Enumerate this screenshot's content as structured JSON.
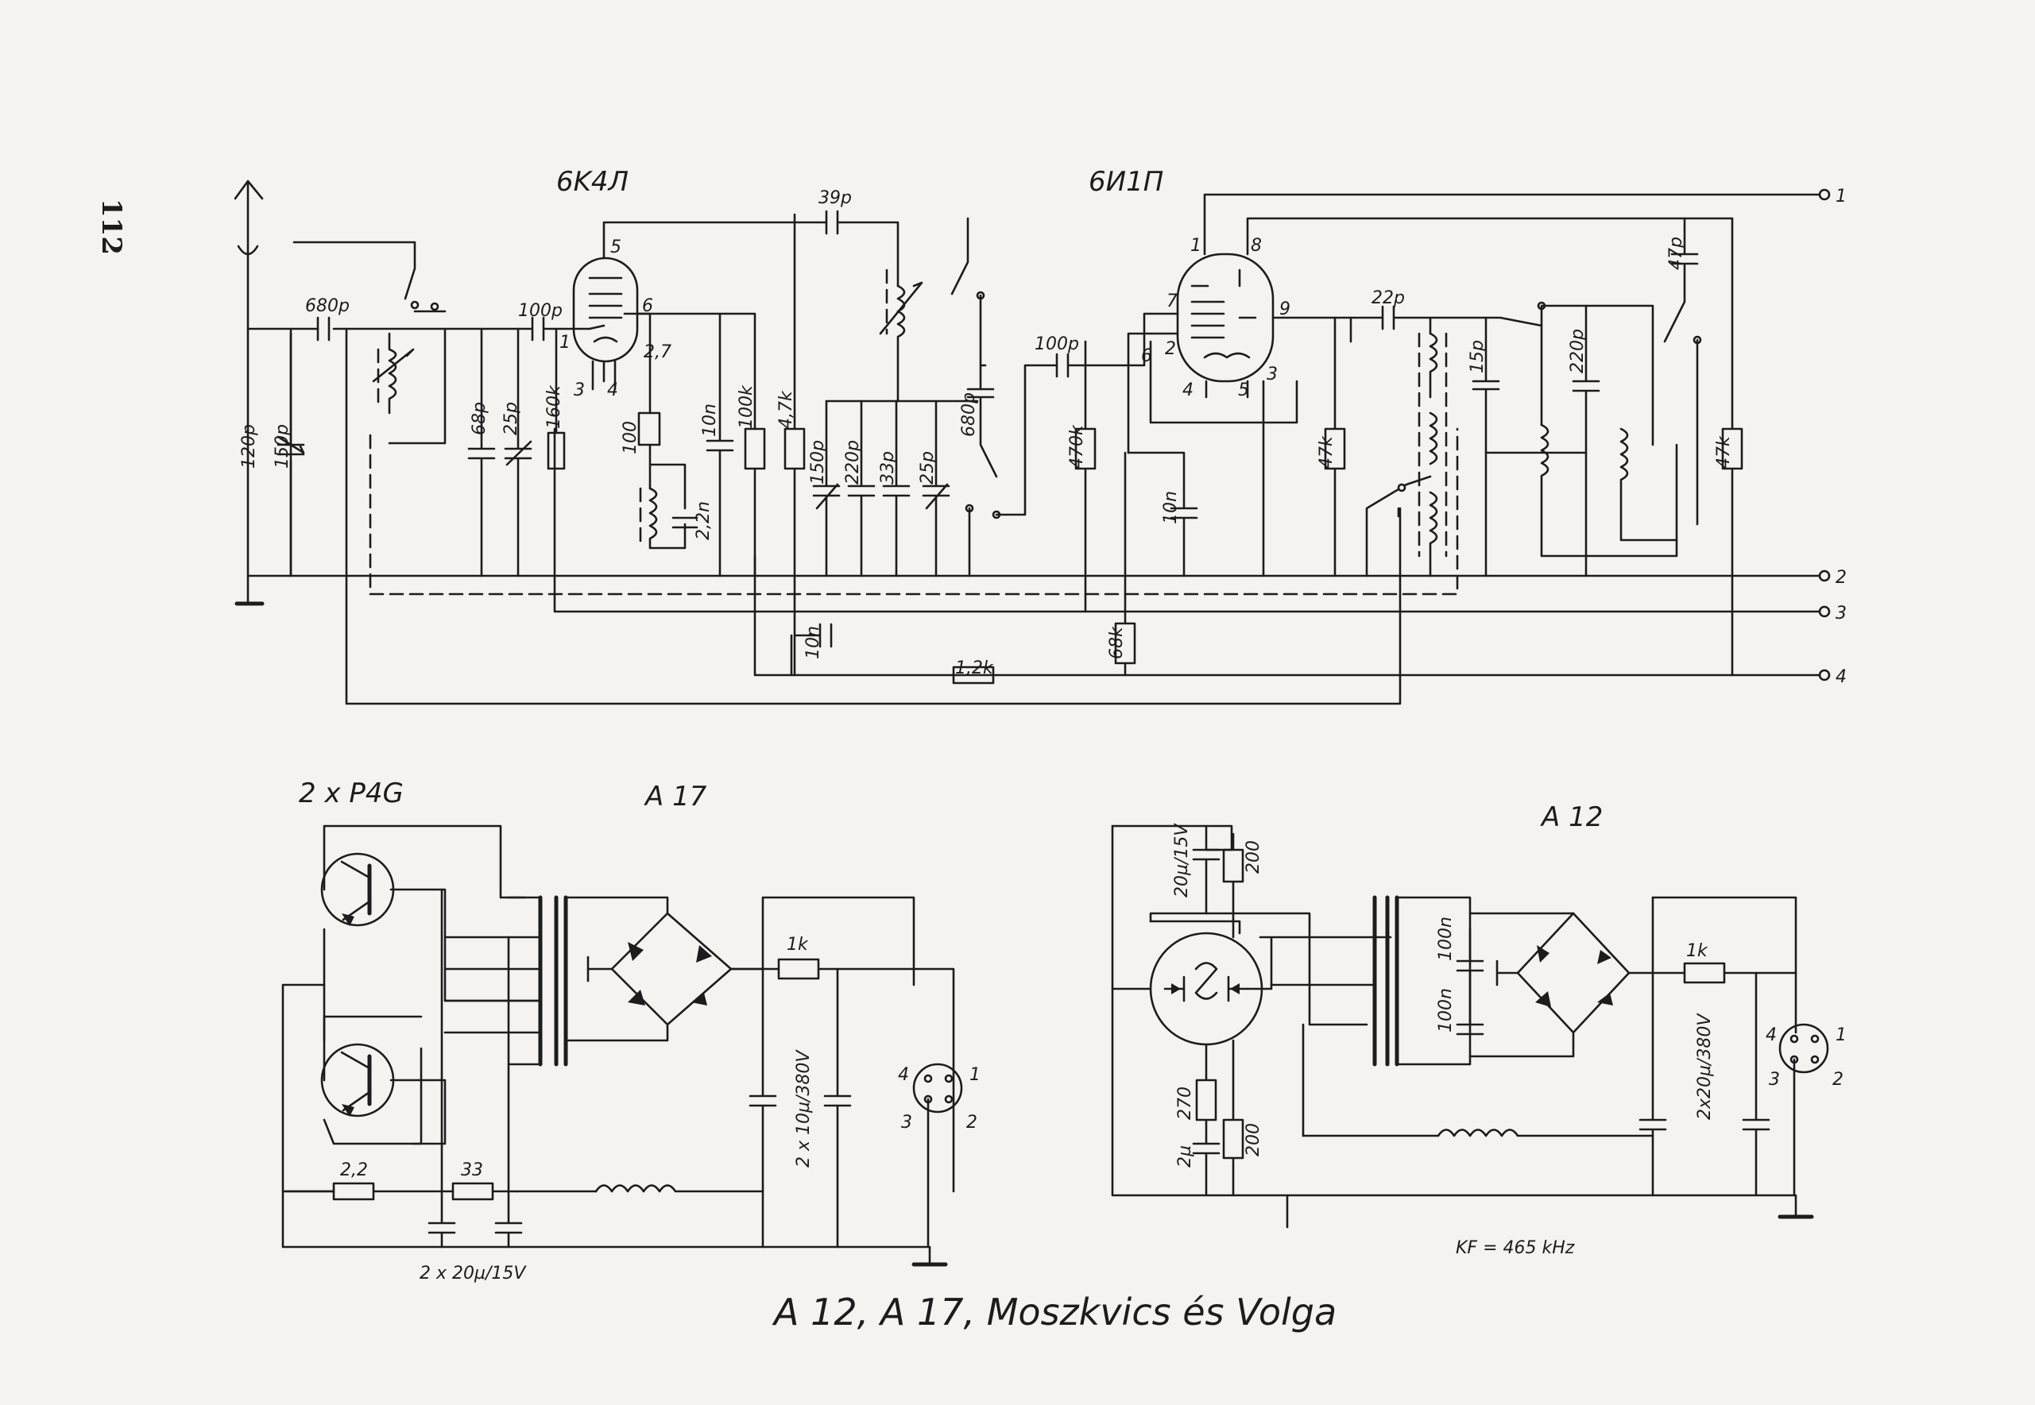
{
  "page_number": "112",
  "caption": "A 12, A 17,  Moszkvics és Volga",
  "if_note": "KF = 465 kHz",
  "tubes": {
    "rf_tube": "6K4Л",
    "osc_tube": "6И1П"
  },
  "radio_labels": {
    "c_120p": "120p",
    "c_150p_trim": "150p",
    "c_680p": "680p",
    "c_68p": "68p",
    "c_25p": "25p",
    "r_160k": "160k",
    "c_100p_in": "100p",
    "r_100": "100",
    "c_2_2n": "2,2n",
    "c_10n_a": "10n",
    "r_100k": "100k",
    "c_39p": "39p",
    "r_4_7k": "4,7k",
    "c_150p": "150p",
    "c_220p_a": "220p",
    "c_33p": "33p",
    "c_25p_b": "25p",
    "c_680p_b": "680p",
    "c_100p_b": "100p",
    "r_470k": "470k",
    "c_10n_b": "10n",
    "r_68k": "68k",
    "r_1_2k": "1,2k",
    "c_10n_c": "10n",
    "c_22p": "22p",
    "r_47k_a": "47k",
    "c_15p": "15p",
    "c_220p_b": "220p",
    "c_47p": "47p",
    "r_47k_b": "47k"
  },
  "pins": {
    "rf_5": "5",
    "rf_6": "6",
    "rf_1": "1",
    "rf_27": "2,7",
    "rf_3": "3",
    "rf_4": "4",
    "os_1": "1",
    "os_8": "8",
    "os_7": "7",
    "os_9": "9",
    "os_6": "6",
    "os_2": "2",
    "os_4": "4",
    "os_5": "5",
    "os_3": "3"
  },
  "terminals": [
    "1",
    "2",
    "3",
    "4"
  ],
  "a17": {
    "title": "A 17",
    "transistors": "2 x P4G",
    "r_22": "2,2",
    "r_33": "33",
    "c_pair": "2 x 20µ/15V",
    "r_1k": "1k",
    "c_filter": "2 x 10µ/380V",
    "pins": [
      "4",
      "1",
      "3",
      "2"
    ]
  },
  "a12": {
    "title": "A 12",
    "c_20u": "20µ/15V",
    "r_200a": "200",
    "c_100n_a": "100n",
    "c_100n_b": "100n",
    "r_1k": "1k",
    "c_filter": "2x20µ/380V",
    "r_270": "270",
    "c_2u": "2µ",
    "r_200b": "200",
    "pins": [
      "4",
      "1",
      "3",
      "2"
    ]
  }
}
